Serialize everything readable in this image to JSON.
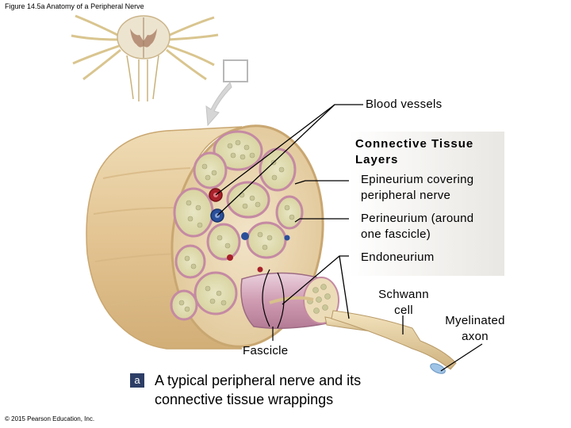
{
  "figure_title": "Figure 14.5a Anatomy of a Peripheral Nerve",
  "copyright": "© 2015 Pearson Education, Inc.",
  "labels": {
    "blood_vessels": "Blood vessels",
    "connective_tissue_heading_line1": "Connective Tissue",
    "connective_tissue_heading_line2": "Layers",
    "epineurium_line1": "Epineurium covering",
    "epineurium_line2": "peripheral nerve",
    "perineurium_line1": "Perineurium (around",
    "perineurium_line2": "one fascicle)",
    "endoneurium": "Endoneurium",
    "schwann_line1": "Schwann",
    "schwann_line2": "cell",
    "myelinated_line1": "Myelinated",
    "myelinated_line2": "axon",
    "fascicle": "Fascicle"
  },
  "caption": {
    "letter": "a",
    "line1": "A typical peripheral nerve and its",
    "line2": "connective tissue wrappings"
  },
  "colors": {
    "nerve_tan": "#e7cfa6",
    "fascicle_pink": "#d4a5b8",
    "axon_fill": "#d9d7a0",
    "blood_red": "#a8202a",
    "blood_blue": "#2a4f9a",
    "caption_badge": "#2d3e66"
  }
}
